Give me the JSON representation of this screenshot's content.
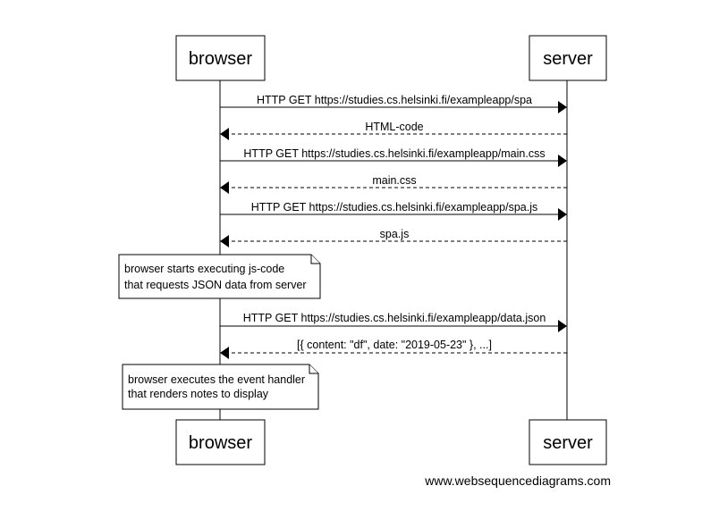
{
  "participants": [
    {
      "id": "browser",
      "label": "browser"
    },
    {
      "id": "server",
      "label": "server"
    }
  ],
  "messages": [
    {
      "from": "browser",
      "to": "server",
      "label": "HTTP GET https://studies.cs.helsinki.fi/exampleapp/spa",
      "style": "solid"
    },
    {
      "from": "server",
      "to": "browser",
      "label": "HTML-code",
      "style": "dashed"
    },
    {
      "from": "browser",
      "to": "server",
      "label": "HTTP GET https://studies.cs.helsinki.fi/exampleapp/main.css",
      "style": "solid"
    },
    {
      "from": "server",
      "to": "browser",
      "label": "main.css",
      "style": "dashed"
    },
    {
      "from": "browser",
      "to": "server",
      "label": "HTTP GET https://studies.cs.helsinki.fi/exampleapp/spa.js",
      "style": "solid"
    },
    {
      "from": "server",
      "to": "browser",
      "label": "spa.js",
      "style": "dashed"
    },
    {
      "from": "browser",
      "to": "server",
      "label": "HTTP GET https://studies.cs.helsinki.fi/exampleapp/data.json",
      "style": "solid"
    },
    {
      "from": "server",
      "to": "browser",
      "label": "[{ content: \"df\", date: \"2019-05-23\" }, ...]",
      "style": "dashed"
    }
  ],
  "notes": [
    {
      "over": "browser",
      "lines": [
        "browser starts executing js-code",
        "that requests JSON data from server"
      ]
    },
    {
      "over": "browser",
      "lines": [
        "browser executes the event handler",
        "that renders notes to display"
      ]
    }
  ],
  "watermark": "www.websequencediagrams.com"
}
